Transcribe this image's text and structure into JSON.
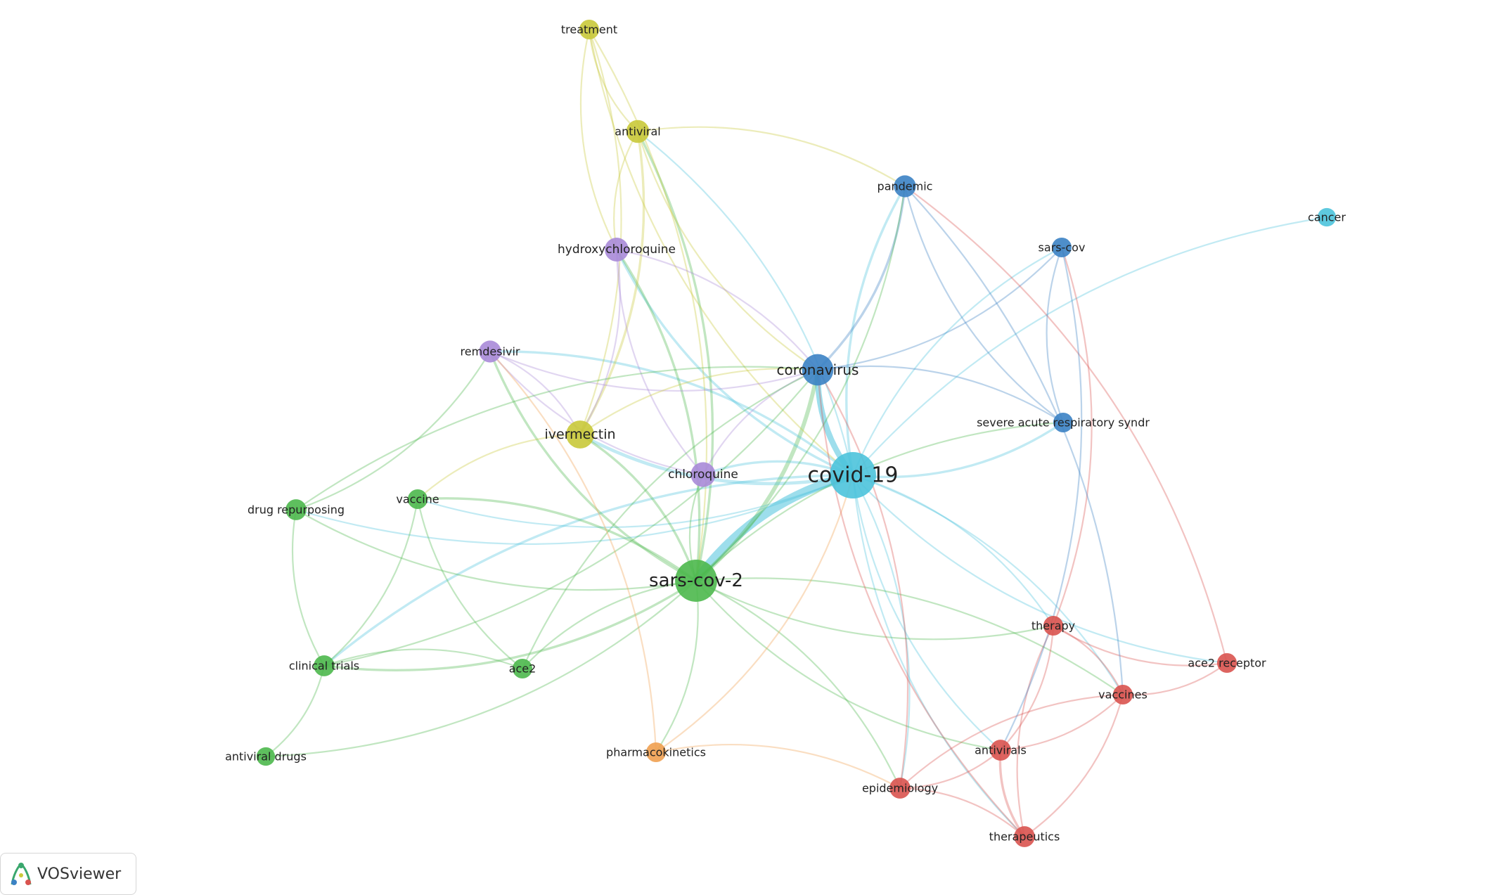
{
  "brand": {
    "name": "VOSviewer",
    "icon": "vosviewer-logo-icon"
  },
  "clusters": {
    "red": "#d9534f",
    "green": "#4cb84c",
    "blue": "#3b82c4",
    "yellow": "#c9c93a",
    "purple": "#a98ad8",
    "cyan": "#4cc3dc",
    "orange": "#f0a050"
  },
  "nodes": [
    {
      "id": "covid-19",
      "label": "covid-19",
      "cluster": "cyan",
      "weight": 100
    },
    {
      "id": "sars-cov-2",
      "label": "sars-cov-2",
      "cluster": "green",
      "weight": 80
    },
    {
      "id": "coronavirus",
      "label": "coronavirus",
      "cluster": "blue",
      "weight": 40
    },
    {
      "id": "ivermectin",
      "label": "ivermectin",
      "cluster": "yellow",
      "weight": 30
    },
    {
      "id": "chloroquine",
      "label": "chloroquine",
      "cluster": "purple",
      "weight": 22
    },
    {
      "id": "hydroxychloroquine",
      "label": "hydroxychloroquine",
      "cluster": "purple",
      "weight": 20
    },
    {
      "id": "remdesivir",
      "label": "remdesivir",
      "cluster": "purple",
      "weight": 16
    },
    {
      "id": "antiviral",
      "label": "antiviral",
      "cluster": "yellow",
      "weight": 18
    },
    {
      "id": "treatment",
      "label": "treatment",
      "cluster": "yellow",
      "weight": 12
    },
    {
      "id": "pandemic",
      "label": "pandemic",
      "cluster": "blue",
      "weight": 16
    },
    {
      "id": "sars-cov",
      "label": "sars-cov",
      "cluster": "blue",
      "weight": 12
    },
    {
      "id": "cancer",
      "label": "cancer",
      "cluster": "cyan",
      "weight": 10
    },
    {
      "id": "severe",
      "label": "severe acute respiratory syndr",
      "cluster": "blue",
      "weight": 12
    },
    {
      "id": "drug-repurposing",
      "label": "drug repurposing",
      "cluster": "green",
      "weight": 14
    },
    {
      "id": "vaccine",
      "label": "vaccine",
      "cluster": "green",
      "weight": 12
    },
    {
      "id": "clinical-trials",
      "label": "clinical trials",
      "cluster": "green",
      "weight": 14
    },
    {
      "id": "ace2",
      "label": "ace2",
      "cluster": "green",
      "weight": 12
    },
    {
      "id": "antiviral-drugs",
      "label": "antiviral drugs",
      "cluster": "green",
      "weight": 10
    },
    {
      "id": "pharmacokinetics",
      "label": "pharmacokinetics",
      "cluster": "orange",
      "weight": 12
    },
    {
      "id": "therapy",
      "label": "therapy",
      "cluster": "red",
      "weight": 12
    },
    {
      "id": "ace2-receptor",
      "label": "ace2 receptor",
      "cluster": "red",
      "weight": 12
    },
    {
      "id": "vaccines",
      "label": "vaccines",
      "cluster": "red",
      "weight": 12
    },
    {
      "id": "antivirals",
      "label": "antivirals",
      "cluster": "red",
      "weight": 14
    },
    {
      "id": "epidemiology",
      "label": "epidemiology",
      "cluster": "red",
      "weight": 14
    },
    {
      "id": "therapeutics",
      "label": "therapeutics",
      "cluster": "red",
      "weight": 14
    }
  ],
  "links": [
    {
      "source": "covid-19",
      "target": "sars-cov-2",
      "strength": 10
    },
    {
      "source": "covid-19",
      "target": "coronavirus",
      "strength": 6
    },
    {
      "source": "sars-cov-2",
      "target": "coronavirus",
      "strength": 4
    },
    {
      "source": "covid-19",
      "target": "ivermectin",
      "strength": 3
    },
    {
      "source": "covid-19",
      "target": "chloroquine",
      "strength": 2
    },
    {
      "source": "covid-19",
      "target": "hydroxychloroquine",
      "strength": 2
    },
    {
      "source": "covid-19",
      "target": "remdesivir",
      "strength": 2
    },
    {
      "source": "covid-19",
      "target": "pandemic",
      "strength": 2
    },
    {
      "source": "coronavirus",
      "target": "pandemic",
      "strength": 2
    },
    {
      "source": "covid-19",
      "target": "sars-cov",
      "strength": 1
    },
    {
      "source": "covid-19",
      "target": "severe",
      "strength": 2
    },
    {
      "source": "coronavirus",
      "target": "severe",
      "strength": 1
    },
    {
      "source": "coronavirus",
      "target": "sars-cov",
      "strength": 1
    },
    {
      "source": "covid-19",
      "target": "cancer",
      "strength": 1
    },
    {
      "source": "covid-19",
      "target": "antiviral",
      "strength": 1
    },
    {
      "source": "covid-19",
      "target": "therapy",
      "strength": 1
    },
    {
      "source": "covid-19",
      "target": "antivirals",
      "strength": 1
    },
    {
      "source": "covid-19",
      "target": "epidemiology",
      "strength": 1
    },
    {
      "source": "covid-19",
      "target": "therapeutics",
      "strength": 1
    },
    {
      "source": "covid-19",
      "target": "vaccines",
      "strength": 1
    },
    {
      "source": "covid-19",
      "target": "ace2-receptor",
      "strength": 1
    },
    {
      "source": "covid-19",
      "target": "drug-repurposing",
      "strength": 1
    },
    {
      "source": "covid-19",
      "target": "clinical-trials",
      "strength": 2
    },
    {
      "source": "covid-19",
      "target": "vaccine",
      "strength": 1
    },
    {
      "source": "sars-cov-2",
      "target": "ivermectin",
      "strength": 2
    },
    {
      "source": "sars-cov-2",
      "target": "chloroquine",
      "strength": 1
    },
    {
      "source": "sars-cov-2",
      "target": "hydroxychloroquine",
      "strength": 2
    },
    {
      "source": "sars-cov-2",
      "target": "remdesivir",
      "strength": 2
    },
    {
      "source": "sars-cov-2",
      "target": "antiviral",
      "strength": 2
    },
    {
      "source": "sars-cov-2",
      "target": "drug-repurposing",
      "strength": 1
    },
    {
      "source": "sars-cov-2",
      "target": "vaccine",
      "strength": 2
    },
    {
      "source": "sars-cov-2",
      "target": "clinical-trials",
      "strength": 2
    },
    {
      "source": "sars-cov-2",
      "target": "ace2",
      "strength": 1
    },
    {
      "source": "sars-cov-2",
      "target": "pharmacokinetics",
      "strength": 1
    },
    {
      "source": "sars-cov-2",
      "target": "antivirals",
      "strength": 1
    },
    {
      "source": "sars-cov-2",
      "target": "epidemiology",
      "strength": 1
    },
    {
      "source": "sars-cov-2",
      "target": "therapy",
      "strength": 1
    },
    {
      "source": "sars-cov-2",
      "target": "vaccines",
      "strength": 1
    },
    {
      "source": "sars-cov-2",
      "target": "pandemic",
      "strength": 1
    },
    {
      "source": "sars-cov-2",
      "target": "severe",
      "strength": 1
    },
    {
      "source": "treatment",
      "target": "antiviral",
      "strength": 1
    },
    {
      "source": "treatment",
      "target": "ivermectin",
      "strength": 1
    },
    {
      "source": "treatment",
      "target": "covid-19",
      "strength": 1
    },
    {
      "source": "treatment",
      "target": "sars-cov-2",
      "strength": 1
    },
    {
      "source": "treatment",
      "target": "hydroxychloroquine",
      "strength": 1
    },
    {
      "source": "antiviral",
      "target": "ivermectin",
      "strength": 2
    },
    {
      "source": "antiviral",
      "target": "hydroxychloroquine",
      "strength": 1
    },
    {
      "source": "antiviral",
      "target": "pandemic",
      "strength": 1
    },
    {
      "source": "antiviral",
      "target": "coronavirus",
      "strength": 1
    },
    {
      "source": "hydroxychloroquine",
      "target": "coronavirus",
      "strength": 1
    },
    {
      "source": "hydroxychloroquine",
      "target": "chloroquine",
      "strength": 1
    },
    {
      "source": "hydroxychloroquine",
      "target": "ivermectin",
      "strength": 1
    },
    {
      "source": "remdesivir",
      "target": "chloroquine",
      "strength": 1
    },
    {
      "source": "remdesivir",
      "target": "ivermectin",
      "strength": 1
    },
    {
      "source": "remdesivir",
      "target": "coronavirus",
      "strength": 1
    },
    {
      "source": "ivermectin",
      "target": "coronavirus",
      "strength": 1
    },
    {
      "source": "ivermectin",
      "target": "vaccine",
      "strength": 1
    },
    {
      "source": "chloroquine",
      "target": "coronavirus",
      "strength": 1
    },
    {
      "source": "drug-repurposing",
      "target": "clinical-trials",
      "strength": 1
    },
    {
      "source": "drug-repurposing",
      "target": "coronavirus",
      "strength": 1
    },
    {
      "source": "drug-repurposing",
      "target": "remdesivir",
      "strength": 1
    },
    {
      "source": "vaccine",
      "target": "clinical-trials",
      "strength": 1
    },
    {
      "source": "vaccine",
      "target": "ace2",
      "strength": 1
    },
    {
      "source": "clinical-trials",
      "target": "antiviral-drugs",
      "strength": 1
    },
    {
      "source": "clinical-trials",
      "target": "coronavirus",
      "strength": 1
    },
    {
      "source": "clinical-trials",
      "target": "ace2",
      "strength": 1
    },
    {
      "source": "antiviral-drugs",
      "target": "sars-cov-2",
      "strength": 1
    },
    {
      "source": "ace2",
      "target": "coronavirus",
      "strength": 1
    },
    {
      "source": "pharmacokinetics",
      "target": "covid-19",
      "strength": 1
    },
    {
      "source": "pharmacokinetics",
      "target": "epidemiology",
      "strength": 1
    },
    {
      "source": "pharmacokinetics",
      "target": "remdesivir",
      "strength": 1
    },
    {
      "source": "therapy",
      "target": "antivirals",
      "strength": 1
    },
    {
      "source": "therapy",
      "target": "therapeutics",
      "strength": 1
    },
    {
      "source": "therapy",
      "target": "vaccines",
      "strength": 1
    },
    {
      "source": "therapy",
      "target": "sars-cov",
      "strength": 1
    },
    {
      "source": "vaccines",
      "target": "antivirals",
      "strength": 1
    },
    {
      "source": "vaccines",
      "target": "epidemiology",
      "strength": 1
    },
    {
      "source": "vaccines",
      "target": "therapeutics",
      "strength": 1
    },
    {
      "source": "vaccines",
      "target": "ace2-receptor",
      "strength": 1
    },
    {
      "source": "antivirals",
      "target": "epidemiology",
      "strength": 1
    },
    {
      "source": "antivirals",
      "target": "therapeutics",
      "strength": 2
    },
    {
      "source": "epidemiology",
      "target": "therapeutics",
      "strength": 1
    },
    {
      "source": "epidemiology",
      "target": "coronavirus",
      "strength": 1
    },
    {
      "source": "therapeutics",
      "target": "coronavirus",
      "strength": 1
    },
    {
      "source": "ace2-receptor",
      "target": "pandemic",
      "strength": 1
    },
    {
      "source": "ace2-receptor",
      "target": "therapy",
      "strength": 1
    },
    {
      "source": "pandemic",
      "target": "severe",
      "strength": 1
    },
    {
      "source": "pandemic",
      "target": "vaccines",
      "strength": 1
    },
    {
      "source": "sars-cov",
      "target": "severe",
      "strength": 1
    },
    {
      "source": "sars-cov",
      "target": "antivirals",
      "strength": 1
    }
  ]
}
